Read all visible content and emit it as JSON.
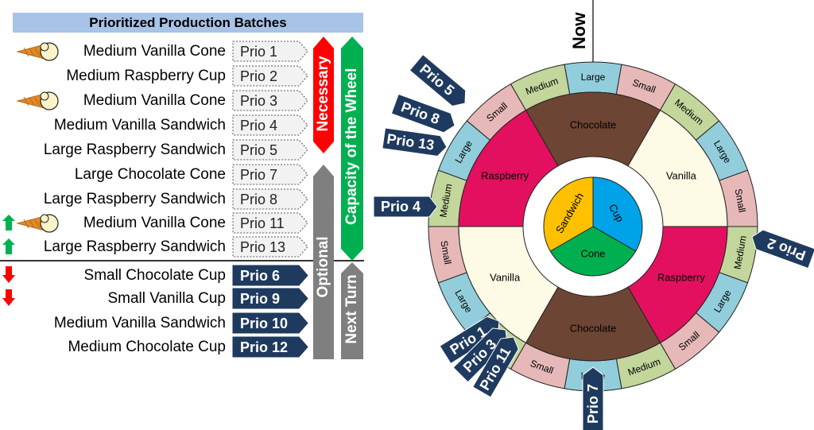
{
  "header": {
    "title": "Prioritized Production Batches"
  },
  "list": [
    {
      "label": "Medium Vanilla Cone",
      "prio": "Prio 1",
      "style": "outline",
      "icon": "cone"
    },
    {
      "label": "Medium Raspberry Cup",
      "prio": "Prio 2",
      "style": "outline",
      "icon": ""
    },
    {
      "label": "Medium Vanilla Cone",
      "prio": "Prio 3",
      "style": "outline",
      "icon": "cone"
    },
    {
      "label": "Medium Vanilla Sandwich",
      "prio": "Prio 4",
      "style": "outline",
      "icon": ""
    },
    {
      "label": "Large Raspberry Sandwich",
      "prio": "Prio 5",
      "style": "outline",
      "icon": ""
    },
    {
      "label": "Large Chocolate Cone",
      "prio": "Prio 7",
      "style": "outline",
      "icon": ""
    },
    {
      "label": "Large Raspberry Sandwich",
      "prio": "Prio 8",
      "style": "outline",
      "icon": ""
    },
    {
      "label": "Medium Vanilla Cone",
      "prio": "Prio 11",
      "style": "outline",
      "icon": "cone-up"
    },
    {
      "label": "Large Raspberry Sandwich",
      "prio": "Prio 13",
      "style": "outline",
      "icon": "up"
    },
    {
      "label": "Small Chocolate Cup",
      "prio": "Prio 6",
      "style": "filled",
      "icon": "down"
    },
    {
      "label": "Small Vanilla Cup",
      "prio": "Prio 9",
      "style": "filled",
      "icon": "down"
    },
    {
      "label": "Medium Vanilla Sandwich",
      "prio": "Prio 10",
      "style": "filled",
      "icon": ""
    },
    {
      "label": "Medium Chocolate Cup",
      "prio": "Prio 12",
      "style": "filled",
      "icon": ""
    }
  ],
  "bars": {
    "necessary": "Necessary",
    "optional": "Optional",
    "capacity": "Capacity of the Wheel",
    "next_turn": "Next Turn"
  },
  "wheel": {
    "now_label": "Now",
    "inner": [
      "Cup",
      "Cone",
      "Sandwich"
    ],
    "middle": [
      "Chocolate",
      "Vanilla",
      "Raspberry",
      "Chocolate",
      "Vanilla",
      "Raspberry"
    ],
    "outer": [
      "Large",
      "Small",
      "Medium",
      "Large",
      "Small",
      "Medium",
      "Large",
      "Small",
      "Medium",
      "Large",
      "Small",
      "Medium",
      "Large",
      "Small",
      "Medium",
      "Large",
      "Small",
      "Medium"
    ]
  },
  "callouts": [
    "Prio 5",
    "Prio 8",
    "Prio 13",
    "Prio 4",
    "Prio 2",
    "Prio 1",
    "Prio 3",
    "Prio 11",
    "Prio 7"
  ],
  "colors": {
    "header_bg": "#a7c3e6",
    "navy": "#1f3a5f",
    "red": "#ff0000",
    "green": "#00b050",
    "gray": "#7f7f7f",
    "large": "#92cddc",
    "small": "#e6b9b8",
    "medium": "#c3d69b",
    "chocolate": "#6d4534",
    "vanilla": "#fdfbe6",
    "raspberry": "#e2105e",
    "cup": "#00a2e8",
    "cone": "#00b050",
    "sandwich": "#ffc000"
  }
}
